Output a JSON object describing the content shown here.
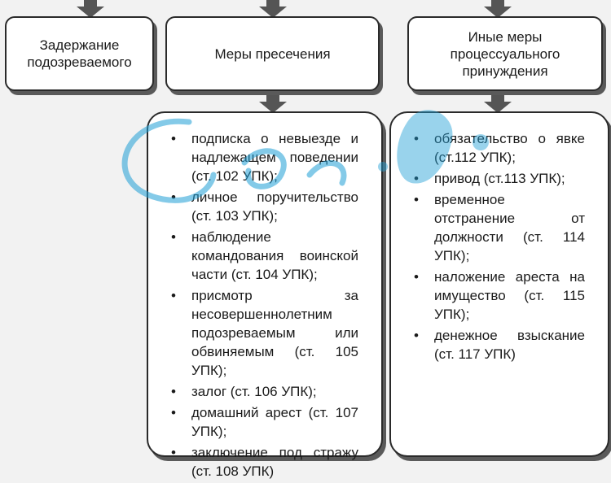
{
  "colors": {
    "accent": "#1f9fd6",
    "border": "#2a2a2a",
    "connector": "#555555"
  },
  "headers": {
    "detention": "Задержание\nподозреваемого",
    "preventive": "Меры пресечения",
    "other": "Иные меры\nпроцессуального\nпринуждения"
  },
  "preventive_measures": [
    "подписка о невыезде и надлежащем поведении (ст. 102 УПК);",
    "личное поручительство (ст. 103 УПК);",
    "наблюдение командования воинской части (ст. 104 УПК);",
    "присмотр за несовершеннолетним подозреваемым или обвиняемым (ст. 105 УПК);",
    "залог (ст. 106 УПК);",
    "домашний арест (ст. 107 УПК);",
    "заключение под стражу (ст. 108 УПК)"
  ],
  "other_measures": [
    "обязательство о явке (ст.112 УПК);",
    "привод (ст.113 УПК);",
    "временное отстранение от должности (ст. 114 УПК);",
    "наложение ареста на имущество (ст. 115 УПК);",
    "денежное взыскание (ст. 117 УПК)"
  ]
}
